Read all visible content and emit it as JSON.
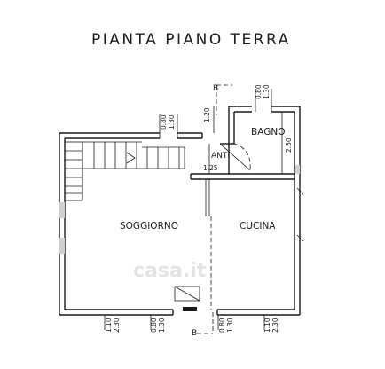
{
  "title": "PIANTA PIANO TERRA",
  "rooms": {
    "bagno": "BAGNO",
    "anti": "ANTI",
    "soggiorno": "SOGGIORNO",
    "cucina": "CUCINA"
  },
  "section_marks": {
    "top": "B",
    "bottom": "B"
  },
  "dimensions": {
    "top_bagno_window_a": "0.80",
    "top_bagno_window_b": "1.30",
    "anti_door_a": "0.80",
    "anti_door_b": "1.30",
    "bagno_depth": "1.20",
    "bagno_height": "2.50",
    "anti_width": "1.25",
    "bottom_left_a": "1.10",
    "bottom_left_b": "2.30",
    "bottom_mid_a": "0.80",
    "bottom_mid_b": "1.30",
    "bottom_door_a": "0.80",
    "bottom_door_b": "1.30",
    "bottom_right_a": "1.10",
    "bottom_right_b": "2.30"
  },
  "watermark": "casa.it"
}
